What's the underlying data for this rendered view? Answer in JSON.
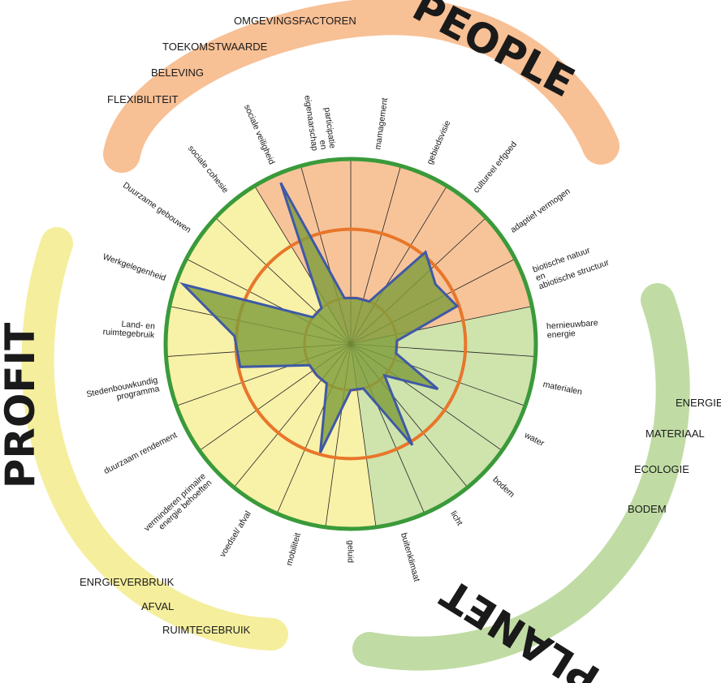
{
  "pillars": {
    "people": {
      "title": "PEOPLE",
      "color": "#f7b98a",
      "items": [
        "OMGEVINGSFACTOREN",
        "TOEKOMSTWAARDE",
        "BELEVING",
        "FLEXIBILITEIT"
      ]
    },
    "planet": {
      "title": "PLANET",
      "color": "#b9d89a",
      "items": [
        "ENERGIE",
        "MATERIAAL",
        "ECOLOGIE",
        "BODEM"
      ]
    },
    "profit": {
      "title": "PROFIT",
      "color": "#f4ec92",
      "items": [
        "ENRGIEVERBRUIK",
        "AFVAL",
        "RUIMTEGEBRUIK"
      ]
    }
  },
  "colors": {
    "outer_ring": "#3a9a3a",
    "reference_ring": "#e8762a",
    "polygon_fill": "#7f9e3c",
    "polygon_stroke": "#3f59a6",
    "people_sector": "#f7c49a",
    "planet_sector": "#cfe3ad",
    "profit_sector": "#f8f1a8"
  },
  "chart_data": {
    "type": "radar",
    "max": 1.0,
    "reference_ring": 0.62,
    "inner_ring": 0.25,
    "axes": [
      {
        "label": "mamagement",
        "value": 0.25,
        "group": "people"
      },
      {
        "label": "gebiedsvisie",
        "value": 0.25,
        "group": "people"
      },
      {
        "label": "cultureel erfgoed",
        "value": 0.64,
        "group": "people"
      },
      {
        "label": "adaptief vermogen",
        "value": 0.56,
        "group": "people"
      },
      {
        "label": "biotische natuur\nen\nabiotische structuur",
        "value": 0.61,
        "group": "people"
      },
      {
        "label": "hernieuwbare\nenergie",
        "value": 0.25,
        "group": "planet"
      },
      {
        "label": "materialen",
        "value": 0.25,
        "group": "planet"
      },
      {
        "label": "water",
        "value": 0.53,
        "group": "planet"
      },
      {
        "label": "bodem",
        "value": 0.25,
        "group": "planet"
      },
      {
        "label": "licht",
        "value": 0.64,
        "group": "planet"
      },
      {
        "label": "buitenklimaat",
        "value": 0.25,
        "group": "planet"
      },
      {
        "label": "geluid",
        "value": 0.25,
        "group": "profit"
      },
      {
        "label": "mobiliteit",
        "value": 0.61,
        "group": "profit"
      },
      {
        "label": "voedsel/ afval",
        "value": 0.25,
        "group": "profit"
      },
      {
        "label": "verminderen primaire\nenergie behoeften",
        "value": 0.25,
        "group": "profit"
      },
      {
        "label": "duurzaam rendement",
        "value": 0.25,
        "group": "profit"
      },
      {
        "label": "Stedenbouwkundig\nprogramma",
        "value": 0.61,
        "group": "profit"
      },
      {
        "label": "Land- en\nruimtegebruik",
        "value": 0.63,
        "group": "profit"
      },
      {
        "label": "Werkgelegenheid",
        "value": 0.96,
        "group": "profit"
      },
      {
        "label": "Duurzame gebouwen",
        "value": 0.25,
        "group": "profit"
      },
      {
        "label": "sociale cohesie",
        "value": 0.25,
        "group": "profit"
      },
      {
        "label": "sociale veiligheid",
        "value": 0.95,
        "group": "people"
      },
      {
        "label": "participatie\nen\neigenaarschap",
        "value": 0.25,
        "group": "people"
      }
    ]
  }
}
